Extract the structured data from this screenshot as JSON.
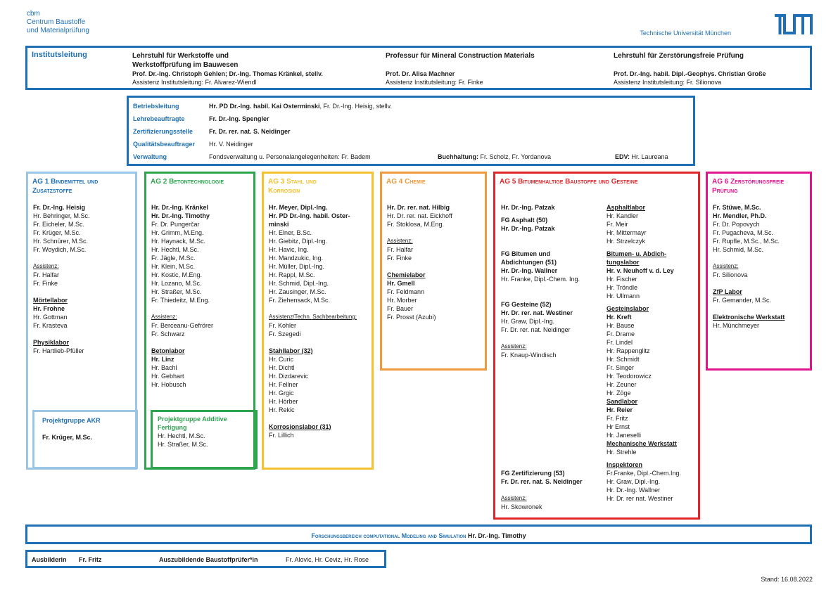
{
  "header": {
    "cbm_lines": [
      "cbm",
      "Centrum Baustoffe",
      "und Materialprüfung"
    ],
    "tum_name": "Technische Universität München",
    "tum_logo": "TUM"
  },
  "colors": {
    "tum_blue": "#1f6fb4",
    "ag1": "#9cc6e6",
    "ag2": "#2ea44f",
    "ag3": "#f2c230",
    "ag4": "#ef9a3c",
    "ag5": "#e0262b",
    "ag6": "#e0148c"
  },
  "institutsleitung": {
    "title": "Institutsleitung",
    "chairs": [
      {
        "title_lines": [
          "Lehrstuhl für Werkstoffe und",
          "Werkstoffprüfung im Bauwesen"
        ],
        "head": "Prof. Dr.-Ing. Christoph Gehlen; Dr.-Ing. Thomas Kränkel, stellv.",
        "assistant": "Assistenz Institutsleitung: Fr. Alvarez-Wiendl"
      },
      {
        "title_lines": [
          "Professur für Mineral Construction Materials",
          ""
        ],
        "head": "Prof. Dr. Alisa Machner",
        "assistant": "Assistenz Institutsleitung: Fr. Finke"
      },
      {
        "title_lines": [
          "Lehrstuhl für Zerstörungsfreie Prüfung",
          ""
        ],
        "head": "Prof. Dr.-Ing. habil. Dipl.-Geophys. Christian Große",
        "assistant": "Assistenz Institutsleitung: Fr. Silionova"
      }
    ]
  },
  "betrieb": {
    "rows": [
      {
        "label": "Betriebsleitung",
        "value": "Hr. PD Dr.-Ing. habil. Kai Osterminski",
        "value2": ", Fr. Dr.-Ing. Heisig, stellv."
      },
      {
        "label": "Lehrebeauftragte",
        "value": "Fr. Dr.-Ing. Spengler",
        "value2": ""
      },
      {
        "label": "Zertifizierungsstelle",
        "value": "Fr. Dr. rer. nat. S. Neidinger",
        "value2": ""
      },
      {
        "label": "Qualitätsbeauftrager",
        "value": "Hr. V. Neidinger",
        "value2": ""
      },
      {
        "label": "Verwaltung",
        "value": "Fondsverwaltung u. Personalangelegenheiten:",
        "value2": " Fr. Badem"
      }
    ],
    "buchhaltung_label": "Buchhaltung:",
    "buchhaltung": " Fr. Scholz, Fr. Yordanova",
    "edv_label": "EDV:",
    "edv": " Hr. Laureana"
  },
  "ag1": {
    "title_lines": [
      "AG 1 Bindemittel und",
      "Zusatzstoffe"
    ],
    "lines": [
      {
        "t": "Fr. Dr.-Ing. Heisig",
        "s": "b"
      },
      {
        "t": "Hr. Behringer, M.Sc.",
        "s": ""
      },
      {
        "t": "Fr. Eicheler, M.Sc.",
        "s": ""
      },
      {
        "t": "Fr. Krüger, M.Sc.",
        "s": ""
      },
      {
        "t": "Hr. Schnürer, M.Sc.",
        "s": ""
      },
      {
        "t": "Fr. Woydich, M.Sc.",
        "s": ""
      },
      {
        "t": "",
        "s": "gap"
      },
      {
        "t": "Assistenz:",
        "s": "small"
      },
      {
        "t": "Fr. Halfar",
        "s": ""
      },
      {
        "t": "Fr. Finke",
        "s": ""
      },
      {
        "t": "",
        "s": "gap"
      },
      {
        "t": "Mörtellabor",
        "s": "u"
      },
      {
        "t": "Hr. Frohne",
        "s": "b"
      },
      {
        "t": "Hr. Gottman",
        "s": ""
      },
      {
        "t": "Fr. Krasteva",
        "s": ""
      },
      {
        "t": "",
        "s": "gap"
      },
      {
        "t": "Physiklabor",
        "s": "u"
      },
      {
        "t": "Fr. Hartlieb-Pfüller",
        "s": ""
      }
    ],
    "sub": {
      "title": "Projektgruppe AKR",
      "lines": [
        "Fr. Krüger, M.Sc."
      ]
    }
  },
  "ag2": {
    "title_lines": [
      "AG 2 Betontechnologie"
    ],
    "lines": [
      {
        "t": "Hr. Dr.-Ing. Kränkel",
        "s": "b"
      },
      {
        "t": "Hr. Dr.-Ing. Timothy",
        "s": "b"
      },
      {
        "t": "Fr. Dr. Pungerčar",
        "s": ""
      },
      {
        "t": "Hr. Grimm, M.Eng.",
        "s": ""
      },
      {
        "t": "Hr. Haynack, M.Sc.",
        "s": ""
      },
      {
        "t": "Hr. Hechtl, M.Sc.",
        "s": ""
      },
      {
        "t": "Fr. Jägle, M.Sc.",
        "s": ""
      },
      {
        "t": "Hr. Klein, M.Sc.",
        "s": ""
      },
      {
        "t": "Hr. Kostic, M.Eng.",
        "s": ""
      },
      {
        "t": "Hr. Lozano, M.Sc.",
        "s": ""
      },
      {
        "t": "Hr. Straßer, M.Sc.",
        "s": ""
      },
      {
        "t": "Fr. Thiedeitz, M.Eng.",
        "s": ""
      },
      {
        "t": "",
        "s": "gap"
      },
      {
        "t": "Assistenz:",
        "s": "small"
      },
      {
        "t": "Fr. Berceanu-Gefrörer",
        "s": ""
      },
      {
        "t": "Fr. Schwarz",
        "s": ""
      },
      {
        "t": "",
        "s": "gap"
      },
      {
        "t": "Betonlabor",
        "s": "u"
      },
      {
        "t": "Hr. Linz",
        "s": "b"
      },
      {
        "t": "Hr. Bachl",
        "s": ""
      },
      {
        "t": "Hr. Gebhart",
        "s": ""
      },
      {
        "t": "Hr. Hobusch",
        "s": ""
      }
    ],
    "sub": {
      "title_lines": [
        "Projektgruppe Additive",
        "Fertigung"
      ],
      "lines": [
        "Hr. Hechtl, M.Sc.",
        "Hr. Straßer, M.Sc."
      ]
    }
  },
  "ag3": {
    "title_lines": [
      "AG 3 Stahl und",
      "Korrosion"
    ],
    "lines": [
      {
        "t": "Hr. Meyer, Dipl.-Ing.",
        "s": "b"
      },
      {
        "t": "Hr. PD Dr.-Ing. habil. Oster-",
        "s": "b"
      },
      {
        "t": "minski",
        "s": "b"
      },
      {
        "t": "Hr. Elner, B.Sc.",
        "s": ""
      },
      {
        "t": "Hr. Giebitz, Dipl.-Ing.",
        "s": ""
      },
      {
        "t": "Hr. Havic, Ing.",
        "s": ""
      },
      {
        "t": "Hr. Mandzukic, Ing.",
        "s": ""
      },
      {
        "t": "Hr. Müller, Dipl.-Ing.",
        "s": ""
      },
      {
        "t": "Hr. Rappl, M.Sc.",
        "s": ""
      },
      {
        "t": "Hr. Schmid, Dipl.-Ing.",
        "s": ""
      },
      {
        "t": "Hr. Zausinger, M.Sc.",
        "s": ""
      },
      {
        "t": "Fr. Ziehensack, M.Sc.",
        "s": ""
      },
      {
        "t": "",
        "s": "gap"
      },
      {
        "t": "Assistenz/Techn. Sachbearbeitung:",
        "s": "small"
      },
      {
        "t": "Fr. Kohler",
        "s": ""
      },
      {
        "t": "Fr. Szegedi",
        "s": ""
      },
      {
        "t": "",
        "s": "gap"
      },
      {
        "t": "Stahllabor (32)",
        "s": "u"
      },
      {
        "t": "Hr. Curic",
        "s": ""
      },
      {
        "t": "Hr. Dichtl",
        "s": ""
      },
      {
        "t": "Hr. Dizdarevic",
        "s": ""
      },
      {
        "t": "Hr. Fellner",
        "s": ""
      },
      {
        "t": "Hr. Grgic",
        "s": ""
      },
      {
        "t": "Hr. Hörber",
        "s": ""
      },
      {
        "t": "Hr. Rekic",
        "s": ""
      },
      {
        "t": "",
        "s": "gap"
      },
      {
        "t": "Korrosionslabor (31)",
        "s": "u"
      },
      {
        "t": "Fr. Lillich",
        "s": ""
      }
    ]
  },
  "ag4": {
    "title_lines": [
      "AG 4 Chemie"
    ],
    "lines": [
      {
        "t": "Hr. Dr. rer. nat. Hilbig",
        "s": "b"
      },
      {
        "t": "Hr. Dr. rer. nat. Eickhoff",
        "s": ""
      },
      {
        "t": "Fr. Stoklosa, M.Eng.",
        "s": ""
      },
      {
        "t": "",
        "s": "gap"
      },
      {
        "t": "Assistenz:",
        "s": "small"
      },
      {
        "t": "Fr. Halfar",
        "s": ""
      },
      {
        "t": "Fr. Finke",
        "s": ""
      },
      {
        "t": "",
        "s": "gap"
      },
      {
        "t": "Chemielabor",
        "s": "u"
      },
      {
        "t": "Hr. Gmell",
        "s": "b"
      },
      {
        "t": "Fr. Feldmann",
        "s": ""
      },
      {
        "t": "Hr. Morber",
        "s": ""
      },
      {
        "t": "Fr. Bauer",
        "s": ""
      },
      {
        "t": "Fr. Prosst (Azubi)",
        "s": ""
      }
    ]
  },
  "ag5": {
    "title_lines": [
      "AG 5 Bitumenhaltige Baustoffe und Gesteine"
    ],
    "left": [
      {
        "t": "Hr. Dr.-Ing. Patzak",
        "s": "b"
      },
      {
        "t": "",
        "s": "gap6"
      },
      {
        "t": "FG Asphalt (50)",
        "s": "b"
      },
      {
        "t": "Hr. Dr.-Ing. Patzak",
        "s": "b"
      },
      {
        "t": "",
        "s": "gap"
      },
      {
        "t": "",
        "s": "gap"
      },
      {
        "t": "FG Bitumen und",
        "s": "b"
      },
      {
        "t": "Abdichtungen (51)",
        "s": "b"
      },
      {
        "t": "Hr. Dr.-Ing. Wallner",
        "s": "b"
      },
      {
        "t": "Hr. Franke, Dipl.-Chem. Ing.",
        "s": ""
      },
      {
        "t": "",
        "s": "gap"
      },
      {
        "t": "",
        "s": "gap"
      },
      {
        "t": "FG Gesteine (52)",
        "s": "b"
      },
      {
        "t": "Hr. Dr. rer. nat. Westiner",
        "s": "b"
      },
      {
        "t": "Hr. Graw, Dipl.-Ing.",
        "s": ""
      },
      {
        "t": "Fr. Dr. rer. nat. Neidinger",
        "s": ""
      },
      {
        "t": "",
        "s": "gap"
      },
      {
        "t": "Assistenz:",
        "s": "small"
      },
      {
        "t": "Fr. Knaup-Windisch",
        "s": ""
      }
    ],
    "left_bottom": [
      {
        "t": "FG Zertifizierung (53)",
        "s": "b"
      },
      {
        "t": "Fr. Dr. rer. nat. S. Neidinger",
        "s": "b"
      },
      {
        "t": "",
        "s": "gap"
      },
      {
        "t": "Assistenz:",
        "s": "small"
      },
      {
        "t": "Hr. Skowronek",
        "s": ""
      }
    ],
    "right": [
      {
        "t": "Asphaltlabor",
        "s": "u"
      },
      {
        "t": "Hr. Kandler",
        "s": ""
      },
      {
        "t": "Fr. Meir",
        "s": ""
      },
      {
        "t": "Hr. Mittermayr",
        "s": ""
      },
      {
        "t": "Hr. Strzelczyk",
        "s": ""
      },
      {
        "t": "",
        "s": "gap6"
      },
      {
        "t": "Bitumen- u. Abdich-",
        "s": "u"
      },
      {
        "t": "tungslabor",
        "s": "u"
      },
      {
        "t": "Hr. v. Neuhoff v. d. Ley",
        "s": "b"
      },
      {
        "t": "Hr. Fischer",
        "s": ""
      },
      {
        "t": "Hr. Tröndle",
        "s": ""
      },
      {
        "t": "Hr. Ullmann",
        "s": ""
      },
      {
        "t": "",
        "s": "gap6"
      },
      {
        "t": "Gesteinslabor",
        "s": "u"
      },
      {
        "t": "Hr. Kreft",
        "s": "b"
      },
      {
        "t": "Hr. Bause",
        "s": ""
      },
      {
        "t": "Fr. Drame",
        "s": ""
      },
      {
        "t": "Fr. Lindel",
        "s": ""
      },
      {
        "t": "Hr. Rappenglitz",
        "s": ""
      },
      {
        "t": "Hr. Schmidt",
        "s": ""
      },
      {
        "t": "Fr. Singer",
        "s": ""
      },
      {
        "t": "Hr. Teodorowicz",
        "s": ""
      },
      {
        "t": "Hr. Zeuner",
        "s": ""
      },
      {
        "t": "Hr. Zöge",
        "s": ""
      },
      {
        "t": "Sandlabor",
        "s": "u"
      },
      {
        "t": "Hr. Reier",
        "s": "b"
      },
      {
        "t": "Fr. Fritz",
        "s": ""
      },
      {
        "t": "Hr Ernst",
        "s": ""
      },
      {
        "t": "Hr. Janeselli",
        "s": ""
      },
      {
        "t": "Mechanische Werkstatt",
        "s": "u"
      },
      {
        "t": "Hr. Strehle",
        "s": ""
      },
      {
        "t": "",
        "s": "gap6"
      },
      {
        "t": "Inspektoren",
        "s": "u"
      },
      {
        "t": "Fr.Franke, Dipl.-Chem.Ing.",
        "s": ""
      },
      {
        "t": "Hr. Graw, Dipl.-Ing.",
        "s": ""
      },
      {
        "t": "Hr. Dr.-Ing. Wallner",
        "s": ""
      },
      {
        "t": "Hr. Dr. rer nat. Westiner",
        "s": ""
      }
    ]
  },
  "ag6": {
    "title_lines": [
      "AG 6 Zerstörungsfreie",
      "Prüfung"
    ],
    "lines": [
      {
        "t": "Fr. Stüwe, M.Sc.",
        "s": "b"
      },
      {
        "t": "Hr. Mendler, Ph.D.",
        "s": "b"
      },
      {
        "t": "Fr. Dr. Popovych",
        "s": ""
      },
      {
        "t": "Fr. Pugacheva, M.Sc.",
        "s": ""
      },
      {
        "t": "Fr. Rupfle, M.Sc., M.Sc.",
        "s": ""
      },
      {
        "t": "Hr. Schmid, M.Sc.",
        "s": ""
      },
      {
        "t": "",
        "s": "gap"
      },
      {
        "t": "Assistenz:",
        "s": "small"
      },
      {
        "t": "Fr. Silionova",
        "s": ""
      },
      {
        "t": "",
        "s": "gap"
      },
      {
        "t": "ZfP Labor",
        "s": "u"
      },
      {
        "t": "Fr. Gemander, M.Sc.",
        "s": ""
      },
      {
        "t": "",
        "s": "gap"
      },
      {
        "t": "Elektronische Werkstatt",
        "s": "u"
      },
      {
        "t": "Hr. Münchmeyer",
        "s": ""
      }
    ]
  },
  "forschung": {
    "label": "Forschungsbereich computational Modeling and Simulation",
    "person": " Hr. Dr.-Ing. Timothy"
  },
  "ausbildung": {
    "ausbilderin_label": "Ausbilderin",
    "ausbilderin": "Fr. Fritz",
    "azubi_label": "Auszubildende Baustoffprüfer*in",
    "azubi": "Fr. Alovic, Hr. Ceviz, Hr. Rose"
  },
  "stand": "Stand: 16.08.2022"
}
